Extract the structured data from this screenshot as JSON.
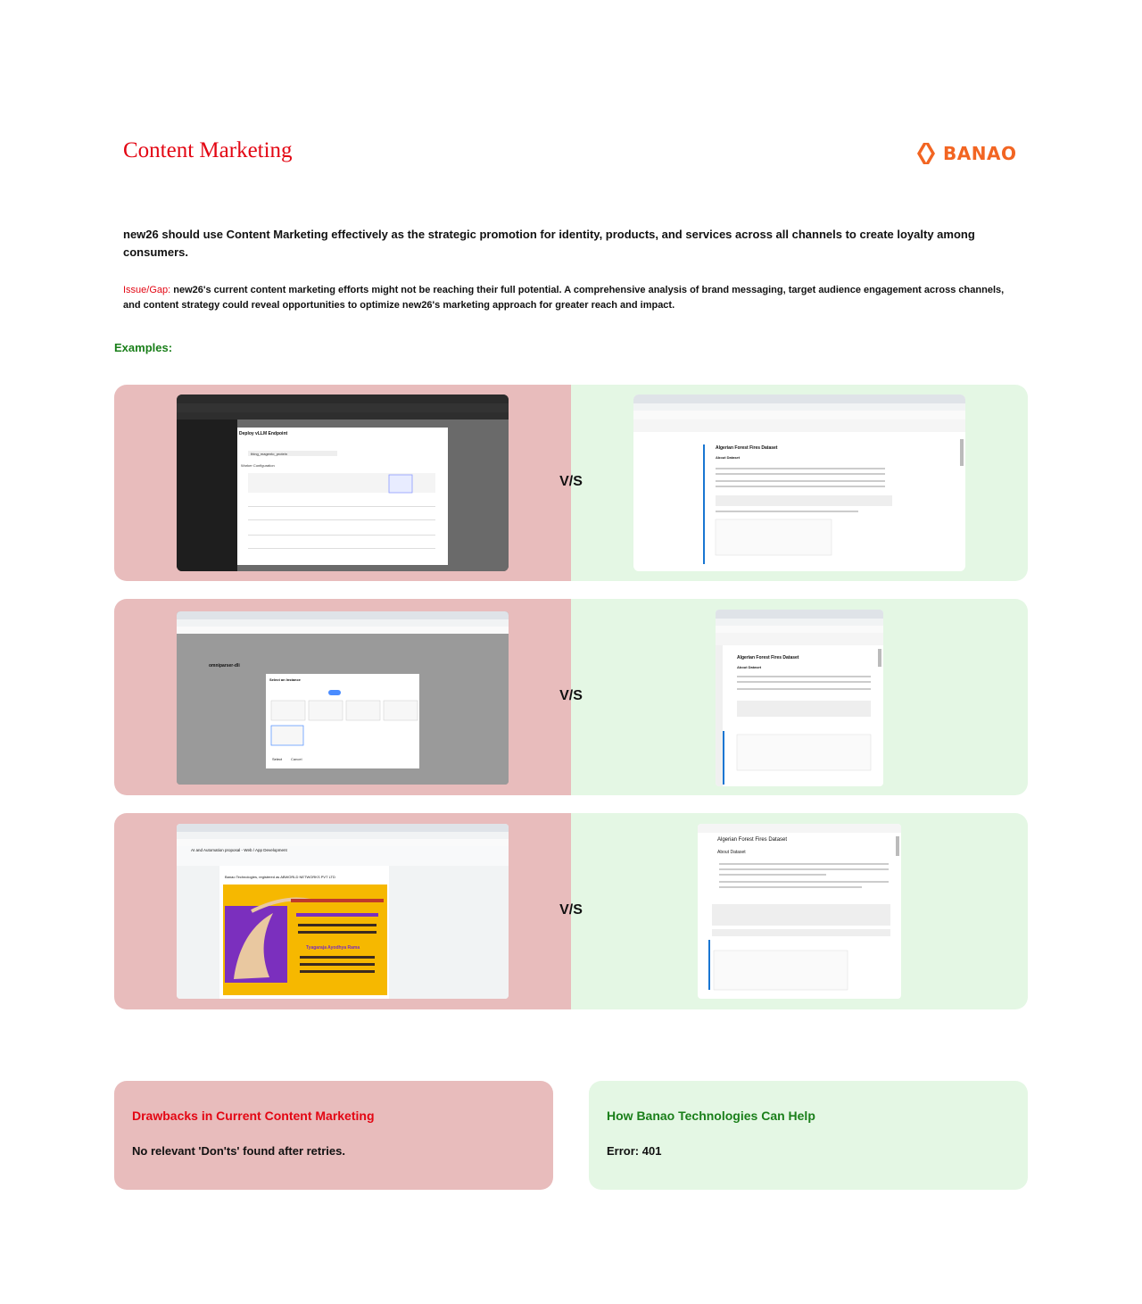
{
  "header": {
    "title": "Content Marketing",
    "logo_text": "BANAO",
    "logo_icon": "banao-chevrons-logo",
    "brand_color": "#f26522"
  },
  "intro": {
    "text": "new26 should use Content Marketing effectively as the strategic promotion for identity, products, and services across all channels to create loyalty among consumers."
  },
  "issue": {
    "label": "Issue/Gap:",
    "text": " new26's current content marketing efforts might not be reaching their full potential. A comprehensive analysis of brand messaging, target audience engagement across channels, and content strategy could reveal opportunities to optimize new26's marketing approach for greater reach and impact."
  },
  "examples": {
    "label": "Examples:",
    "vs_label": "V/S",
    "rows": [
      {
        "left": {
          "title": "Deploy vLLM Endpoint",
          "name_value": "thing_magento_protein",
          "section": "Worker Configuration",
          "theme": "dark"
        },
        "right": {
          "title": "Algerian Forest Fires Dataset",
          "subtitle": "About Dataset"
        }
      },
      {
        "left": {
          "title": "omniparser-dli",
          "dialog_title": "Select an Instance",
          "select_label": "Select",
          "cancel_label": "Cancel"
        },
        "right": {
          "title": "Algerian Forest Fires Dataset",
          "subtitle": "About Dataset"
        }
      },
      {
        "left": {
          "doc_title": "AI and Automation proposal - Web / App Development",
          "company_line": "Banao Technologies, registered as ABWORLD NETWORKS PVT LTD",
          "poster_line": "Tyagaraja Ayodhya Rama"
        },
        "right": {
          "title": "Algerian Forest Fires Dataset",
          "subtitle": "About Dataset"
        }
      }
    ]
  },
  "cards": {
    "drawbacks": {
      "title": "Drawbacks in Current Content Marketing",
      "body": "No relevant 'Don'ts' found after retries.",
      "color": "#e30613"
    },
    "help": {
      "title": "How Banao Technologies Can Help",
      "body": "Error: 401",
      "color": "#1a7f1a"
    }
  }
}
